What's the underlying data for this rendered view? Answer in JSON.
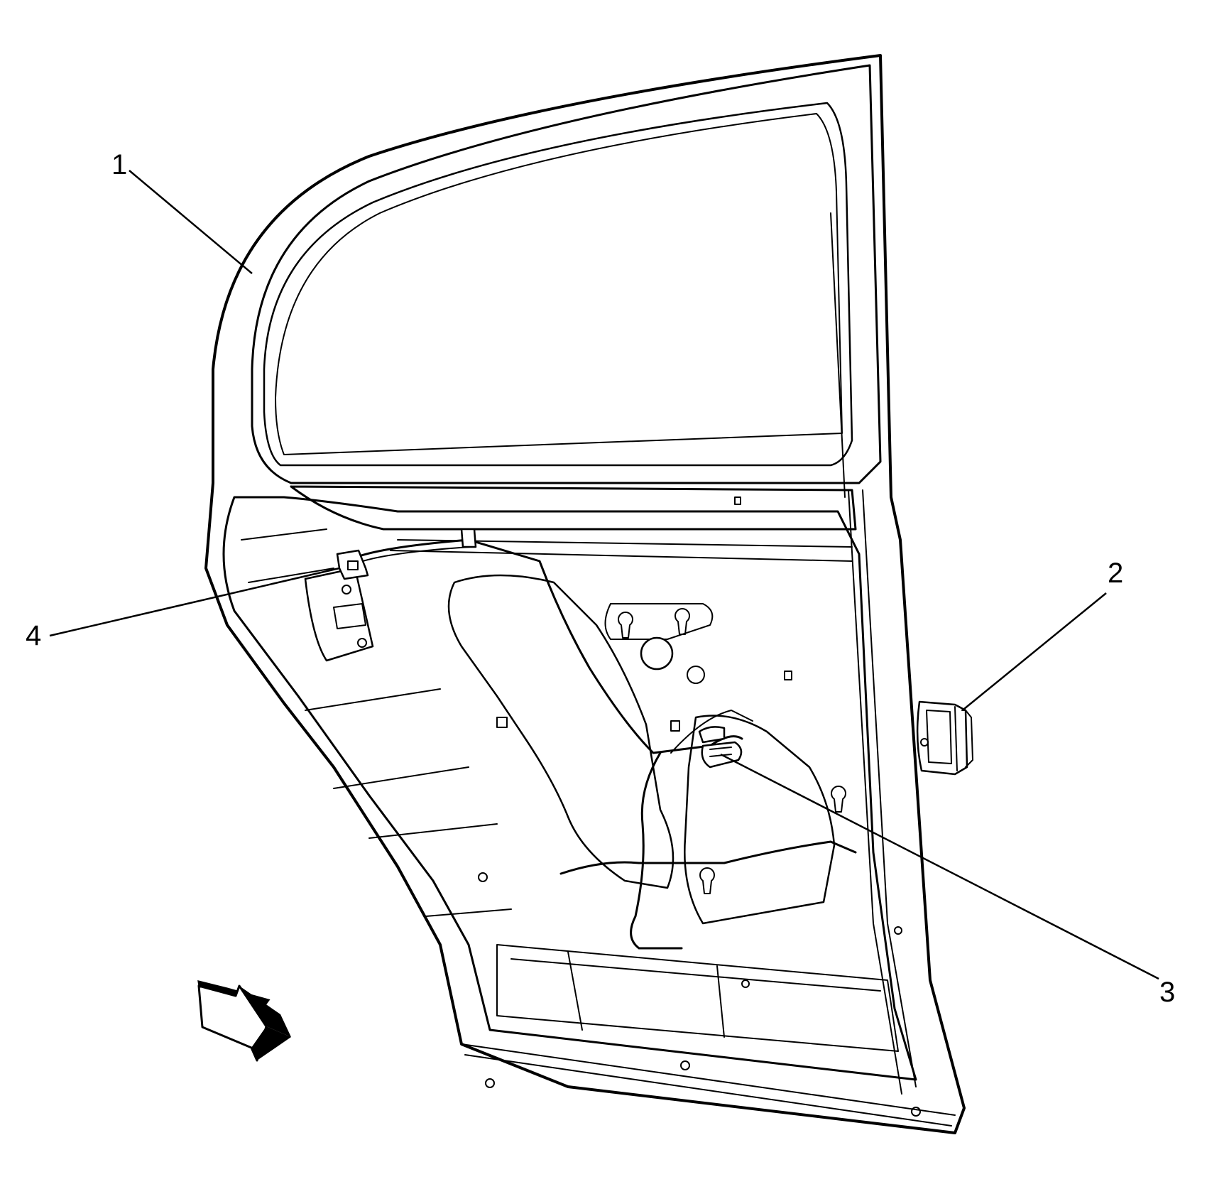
{
  "callouts": [
    {
      "id": "1",
      "label": "1"
    },
    {
      "id": "2",
      "label": "2"
    },
    {
      "id": "3",
      "label": "3"
    },
    {
      "id": "4",
      "label": "4"
    }
  ],
  "icons": {
    "direction_arrow": "view-direction-arrow-icon"
  },
  "colors": {
    "line": "#000000",
    "background": "#ffffff"
  }
}
